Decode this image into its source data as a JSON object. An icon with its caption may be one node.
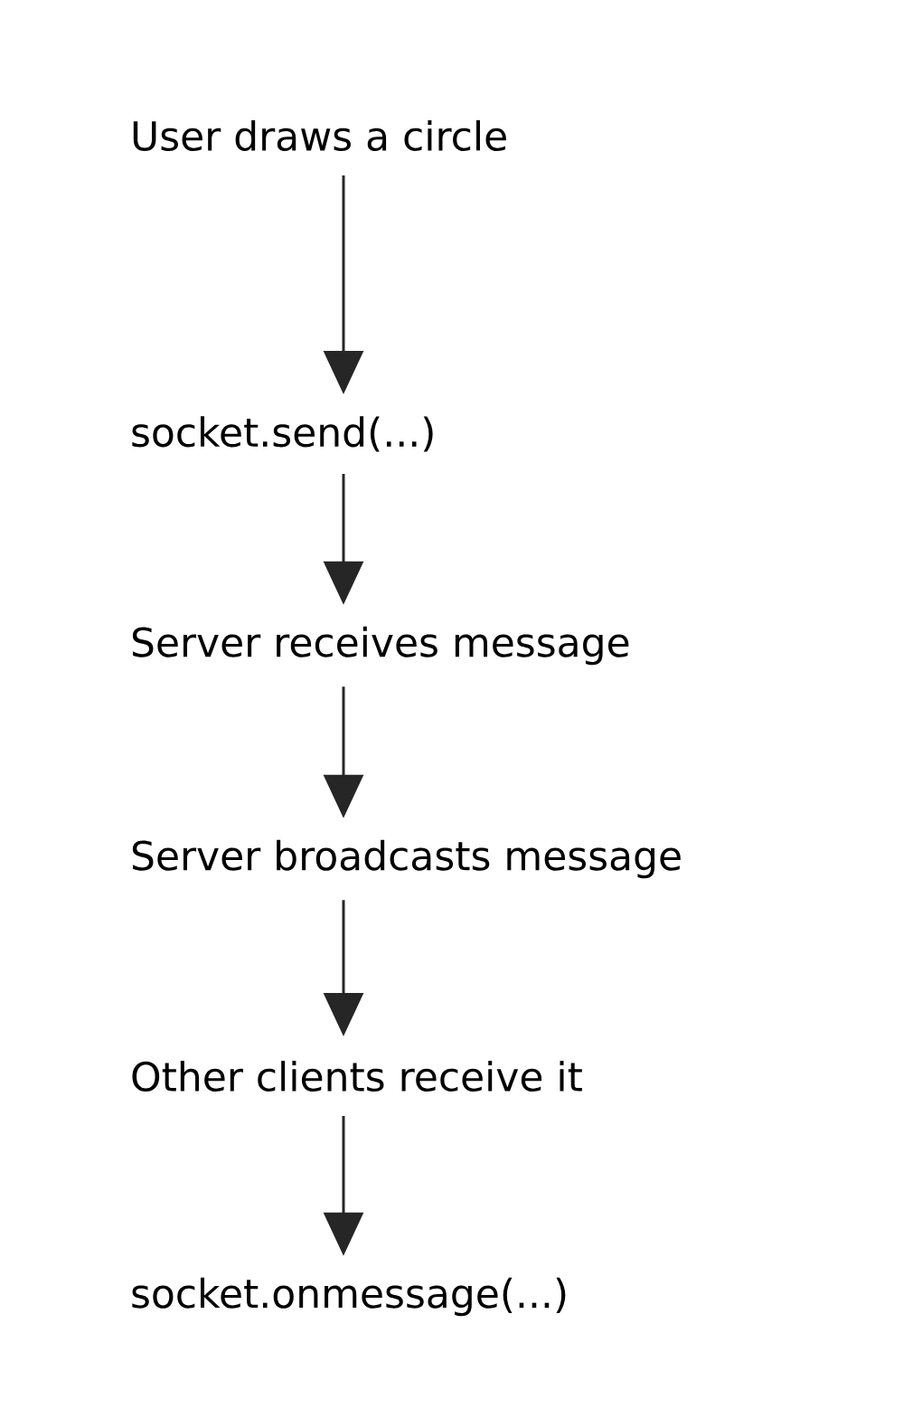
{
  "diagram": {
    "nodes": [
      {
        "text": [
          "User draws a circle"
        ]
      },
      {
        "text": [
          "socket.send(...)"
        ]
      },
      {
        "text": [
          "Server receives message"
        ]
      },
      {
        "text": [
          "Server broadcasts message"
        ]
      },
      {
        "text": [
          "Other clients receive it"
        ]
      },
      {
        "text": [
          "socket.onmessage(...)"
        ]
      }
    ],
    "edges": [
      {
        "from": 0,
        "to": 1,
        "arrow": "to"
      },
      {
        "from": 1,
        "to": 2,
        "arrow": "to"
      },
      {
        "from": 2,
        "to": 3,
        "arrow": "to"
      },
      {
        "from": 3,
        "to": 4,
        "arrow": "to"
      },
      {
        "from": 4,
        "to": 5,
        "arrow": "to"
      }
    ]
  }
}
